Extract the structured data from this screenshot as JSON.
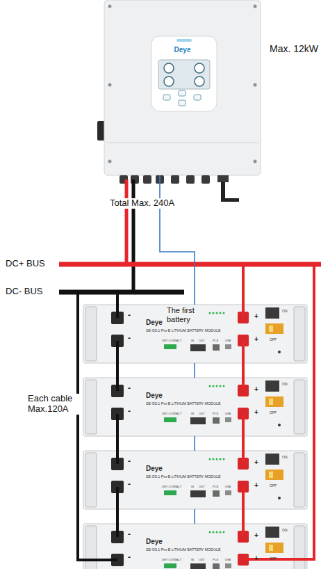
{
  "diagram": {
    "nodes": [
      {
        "text": [
          "Deye"
        ]
      },
      {
        "text": [
          "Deye",
          "SE-G5.1 Pro-B LITHIUM BATTERY MODULE",
          "DRY CONTACT",
          "IN",
          "OUT",
          "PCS",
          "USB",
          "ON",
          "OFF",
          "+",
          "+",
          "-",
          "-"
        ]
      },
      {
        "text": [
          "Deye",
          "SE-G5.1 Pro-B LITHIUM BATTERY MODULE",
          "DRY CONTACT",
          "IN",
          "OUT",
          "PCS",
          "USB",
          "ON",
          "OFF",
          "+",
          "+",
          "-",
          "-"
        ]
      },
      {
        "text": [
          "Deye",
          "SE-G5.1 Pro-B LITHIUM BATTERY MODULE",
          "DRY CONTACT",
          "IN",
          "OUT",
          "PCS",
          "USB",
          "ON",
          "OFF",
          "+",
          "+",
          "-",
          "-"
        ]
      },
      {
        "text": [
          "Deye",
          "SE-G5.1 Pro-B LITHIUM BATTERY MODULE",
          "DRY CONTACT",
          "IN",
          "OUT",
          "PCS",
          "USB",
          "ON",
          "OFF",
          "+",
          "+",
          "-",
          "-"
        ]
      }
    ],
    "edges": [
      {
        "from": 0,
        "to": 1,
        "arrow": "none"
      },
      {
        "from": 1,
        "to": 2,
        "arrow": "none"
      },
      {
        "from": 2,
        "to": 3,
        "arrow": "none"
      },
      {
        "from": 3,
        "to": 4,
        "arrow": "none"
      }
    ],
    "labels": [
      "Max. 12kW",
      "Total Max. 240A",
      "DC+ BUS",
      "DC- BUS",
      "The first battery",
      "Each cable Max.120A"
    ]
  }
}
